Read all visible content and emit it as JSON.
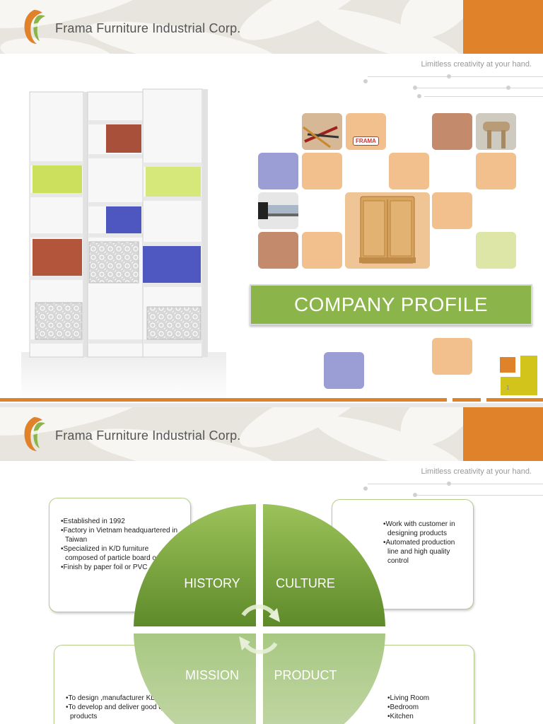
{
  "slide1": {
    "company_name": "Frama Furniture Industrial Corp.",
    "tagline": "Limitless creativity at your hand.",
    "title": "COMPANY PROFILE",
    "page_number": "1",
    "logo_text": "FRAMA",
    "colors": {
      "orange": "#e0822a",
      "green": "#8bb44a",
      "peach": "#f2c08c",
      "lavender": "#9b9ed4",
      "brick": "#c48a6c",
      "light_green": "#dde6a6"
    }
  },
  "slide2": {
    "company_name": "Frama Furniture Industrial Corp.",
    "tagline": "Limitless creativity at your hand.",
    "history": {
      "label": "HISTORY",
      "items": [
        "Established in 1992",
        "Factory in Vietnam headquartered in Taiwan",
        "Specialized in K/D furniture composed of particle board or MDF",
        "Finish by paper foil or PVC"
      ]
    },
    "culture": {
      "label": "CULTURE",
      "items": [
        "Work with customer in designing products",
        "Automated production line and high quality control"
      ]
    },
    "mission": {
      "label": "MISSION",
      "items": [
        "To design ,manufacturer KD furniture",
        "To develop and deliver good quality products"
      ]
    },
    "product": {
      "label": "PRODUCT",
      "items": [
        "Living Room",
        "Bedroom",
        "Kitchen"
      ]
    }
  }
}
